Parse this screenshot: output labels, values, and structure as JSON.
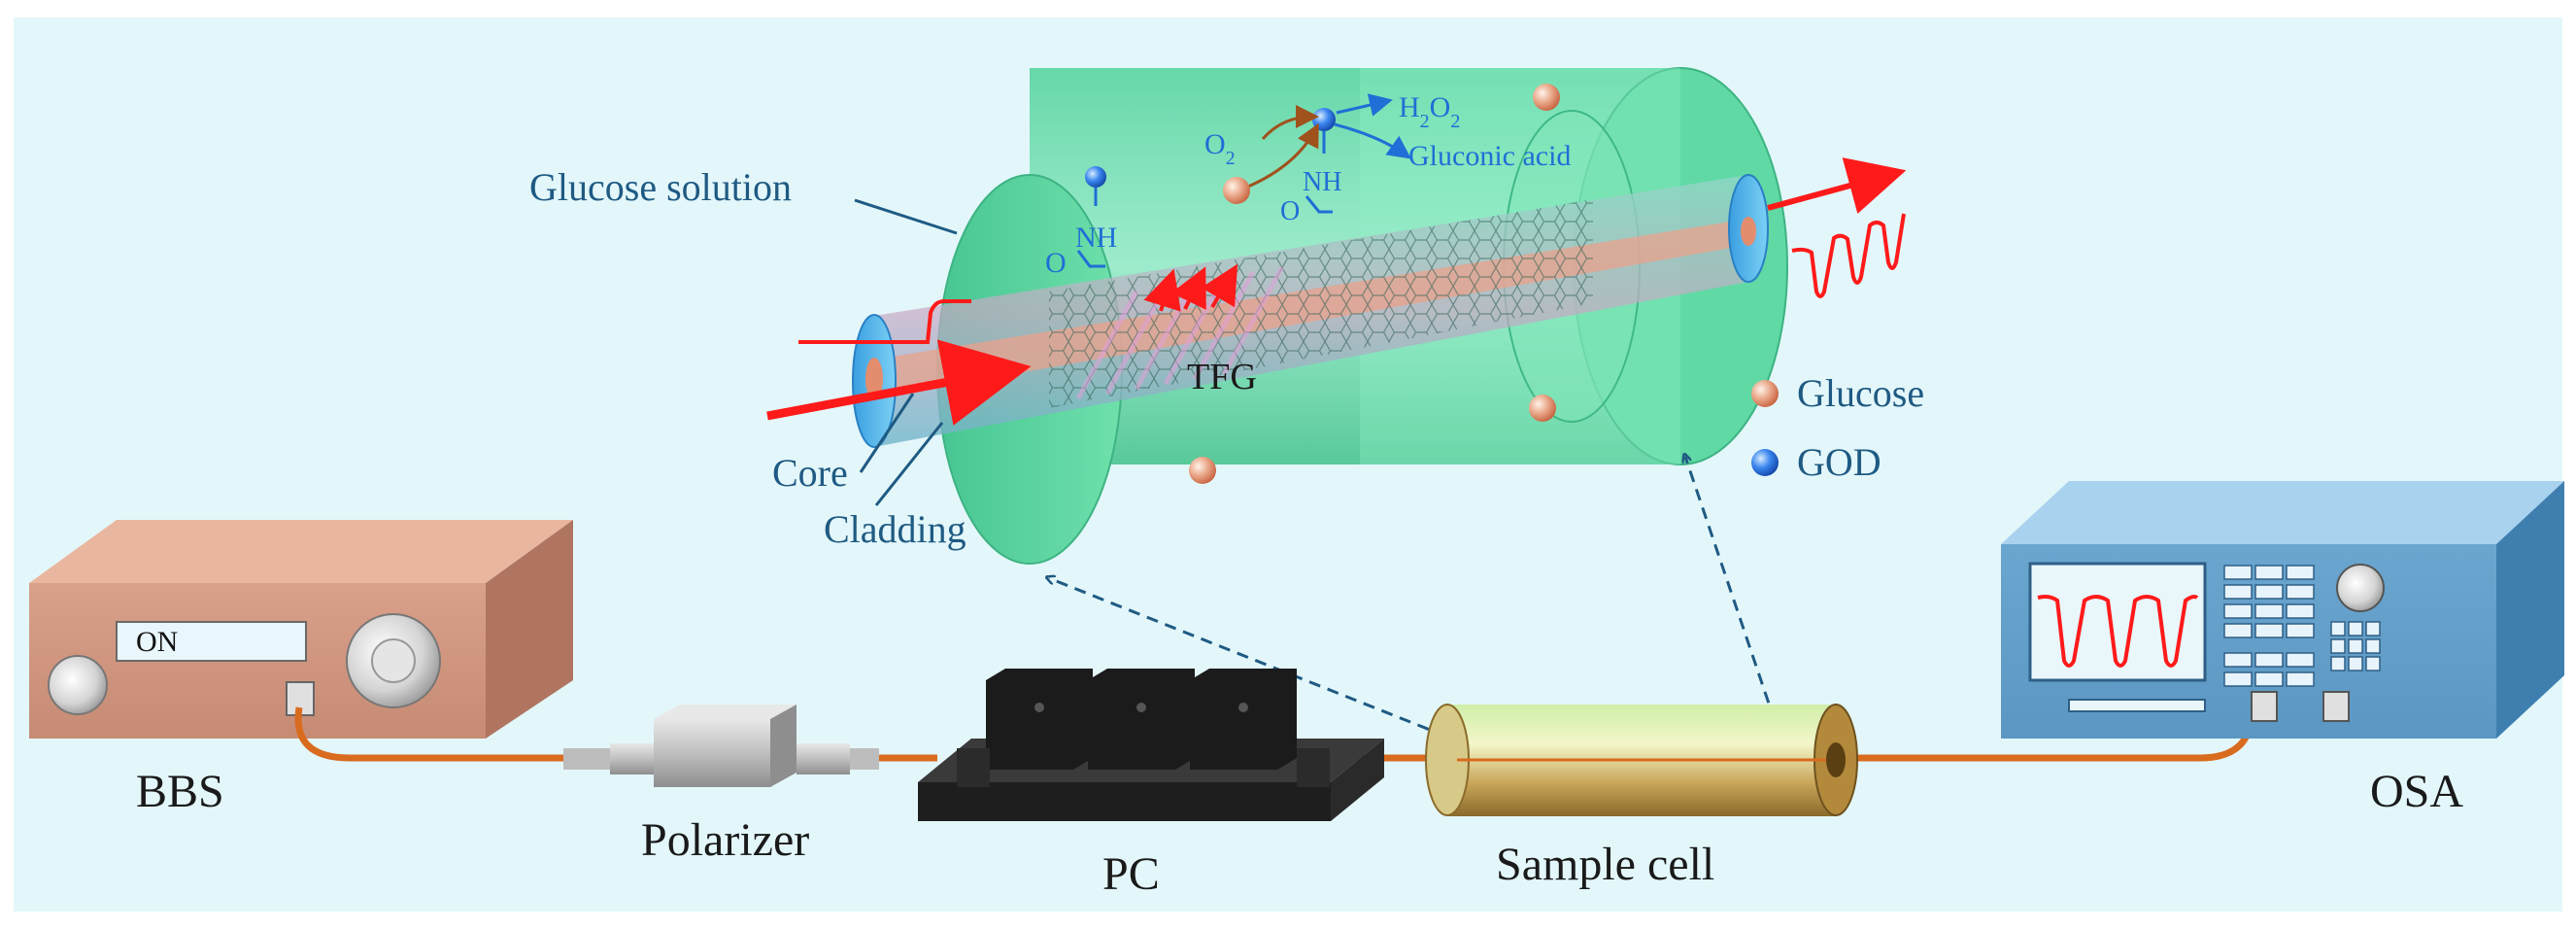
{
  "labels": {
    "glucose_solution": "Glucose solution",
    "core": "Core",
    "cladding": "Cladding",
    "tfg": "TFG",
    "o2": "O2",
    "h2o2": "H2O2",
    "gluconic_acid": "Gluconic acid",
    "nh_left": "NH",
    "o_left": "O",
    "nh_top": "NH",
    "o_top": "O",
    "legend_glucose": "Glucose",
    "legend_god": "GOD",
    "bbs": "BBS",
    "bbs_display": "ON",
    "polarizer": "Polarizer",
    "pc": "PC",
    "sample_cell": "Sample cell",
    "osa": "OSA"
  },
  "colors": {
    "background": "#e3f7fa",
    "cylinder": "#5fd6a0",
    "fiber": "#d96b1f",
    "arrow_red": "#ff1a1a",
    "glucose_dot": "#e39a7a",
    "god_dot": "#2f7be8",
    "label_text": "#1f5a83"
  }
}
